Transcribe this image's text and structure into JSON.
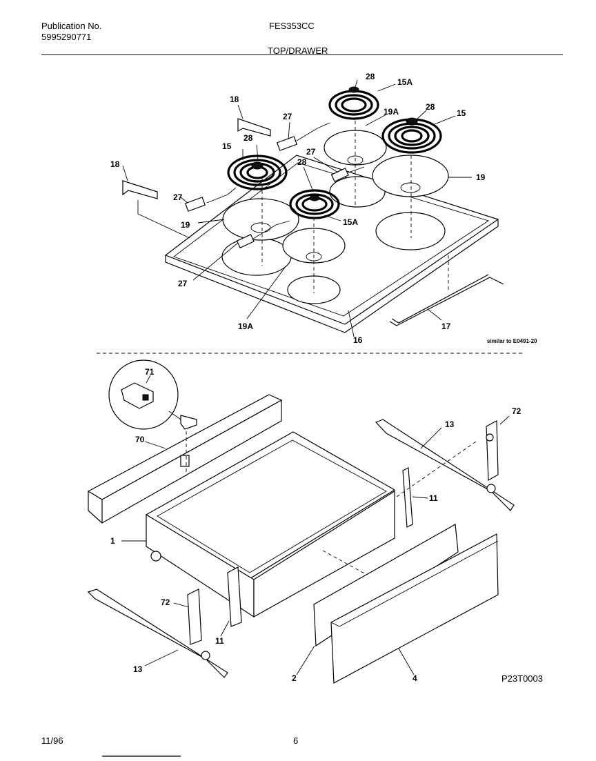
{
  "header": {
    "publication_label": "Publication No.",
    "publication_number": "5995290771",
    "model": "FES353CC",
    "section": "TOP/DRAWER"
  },
  "footer": {
    "date": "11/96",
    "page": "6",
    "diagram_code": "P23T0003"
  },
  "top_note": "similar to E0491-20",
  "top_labels": {
    "l28a": "28",
    "l15a_top": "15A",
    "l18a": "18",
    "l27a": "27",
    "l19a_top": "19A",
    "l28b": "28",
    "l15_right": "15",
    "l28c": "28",
    "l15_left": "15",
    "l27b": "27",
    "l28d": "28",
    "l18b": "18",
    "l19_right": "19",
    "l27c": "27",
    "l19_left": "19",
    "l15a_mid": "15A",
    "l27d": "27",
    "l19a_bot": "19A",
    "l16": "16",
    "l17": "17"
  },
  "bottom_labels": {
    "l71": "71",
    "l70": "70",
    "l13_top": "13",
    "l72_top": "72",
    "l11_right": "11",
    "l1": "1",
    "l72_left": "72",
    "l11_left": "11",
    "l13_bot": "13",
    "l2": "2",
    "l4": "4"
  }
}
